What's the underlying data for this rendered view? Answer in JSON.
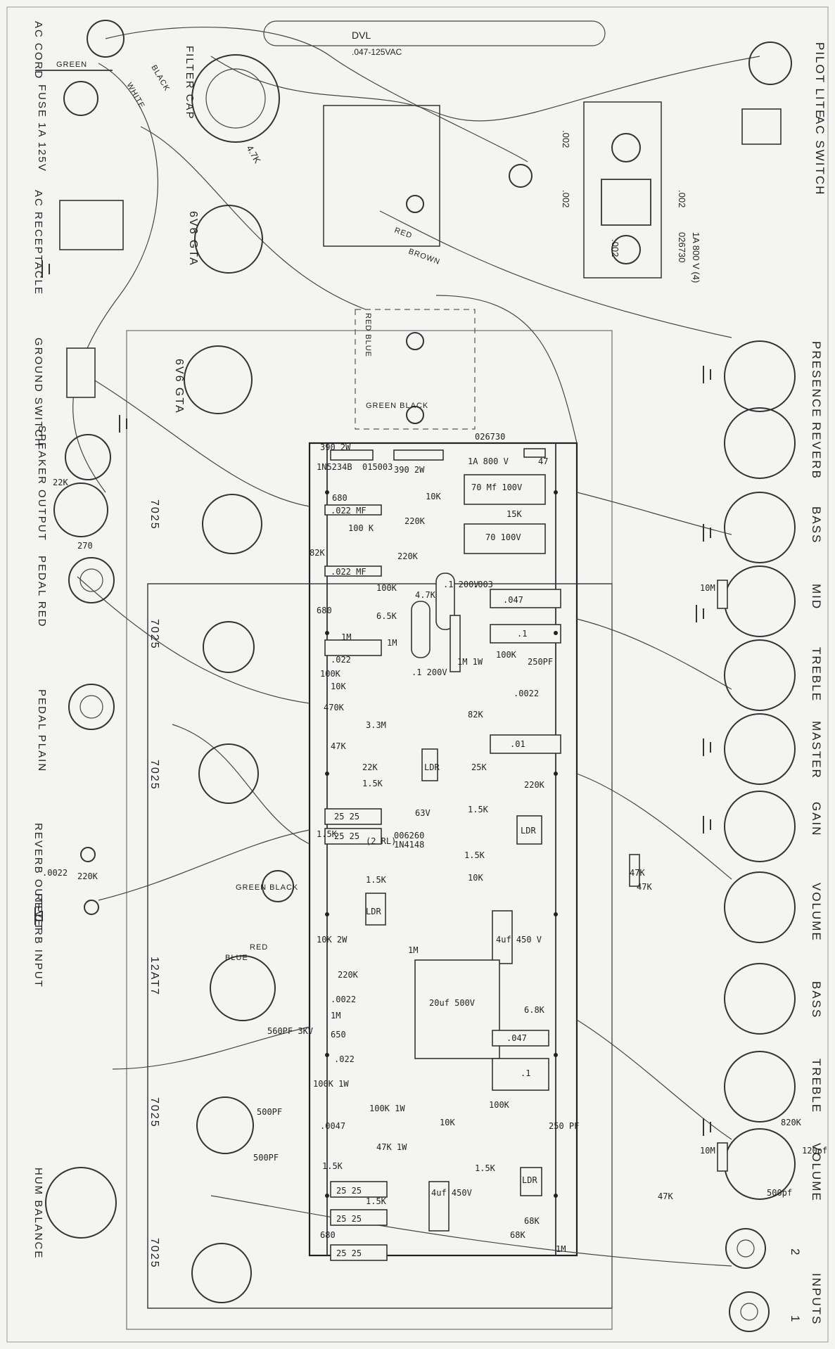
{
  "controls": {
    "presence": "PRESENCE",
    "reverb": "REVERB",
    "bass": "BASS",
    "mid": "MID",
    "treble": "TREBLE",
    "master": "MASTER",
    "gain": "GAIN",
    "volume": "VOLUME",
    "bass2": "BASS",
    "treble2": "TREBLE",
    "volume2": "VOLUME",
    "inputs": "INPUTS",
    "input1": "1",
    "input2": "2"
  },
  "left_labels": {
    "ac_cord": "AC CORD",
    "fuse": "FUSE 1A 125V",
    "filter_cap": "FILTER CAP",
    "ac_receptacle": "AC RECEPTACLE",
    "ground_switch": "GROUND SWITCH",
    "speaker_output": "SPEAKER OUTPUT",
    "pedal_red": "PEDAL RED",
    "pedal_plain": "PEDAL PLAIN",
    "reverb_output": "REVERB OUTPUT",
    "reverb_input": "REVERB INPUT",
    "hum_balance": "HUM BALANCE",
    "pilot_lite": "PILOT LITE",
    "ac_switch": "AC SWITCH"
  },
  "tubes": {
    "t1": "6V6 GTA",
    "t2": "6V6 GTA",
    "t3": "7025",
    "t4": "7025",
    "t5": "7025",
    "t6": "12AT7",
    "t7": "7025",
    "t8": "7025"
  },
  "wire_colors": {
    "green": "GREEN",
    "black": "BLACK",
    "white": "WHITE",
    "red": "RED",
    "brown": "BROWN",
    "blue": "BLUE"
  },
  "rectifier": {
    "caps": [
      ".002",
      ".002",
      ".002",
      ".002"
    ],
    "part": "026730",
    "rating": "1A 800 V (4)"
  },
  "top": {
    "dvl": "DVL",
    "cap": ".047-125VAC",
    "r47k": "4.7K"
  },
  "board_parts": {
    "r390": "390 2W",
    "in5234b": "1N5234B",
    "d015003": "015003",
    "r390b": "390 2W",
    "d026730": "026730",
    "d1a800": "1A 800 V",
    "r47": "47",
    "c70a": "70 Mf 100V",
    "r10k": "10K",
    "r15k": "15K",
    "c70b": "70 100V",
    "r680": "680",
    "c022a": ".022 MF",
    "r100k": "100 K",
    "r220k": "220K",
    "r82k": "82K",
    "r220kb": "220K",
    "c022b": ".022 MF",
    "r100kb": "100K",
    "c1200": ".1 200V",
    "c003": ".003",
    "c047": ".047",
    "c1": ".1",
    "r47k": "4.7K",
    "r680b": "680",
    "r65k": "6.5K",
    "c1200b": ".1 200V",
    "r1m": "1M",
    "r1mb": "1M",
    "r1mw": "1M 1W",
    "r100kc": "100K",
    "c250": "250PF",
    "c022c": ".022",
    "r100kd": "100K",
    "r10kb": "10K",
    "c0022": ".0022",
    "r470k": "470K",
    "r33m": "3.3M",
    "r82kb": "82K",
    "c01": ".01",
    "r47kb": "47K",
    "r22k": "22K",
    "r15kb": "1.5K",
    "ldr1": "LDR",
    "r25k": "25K",
    "r220kc": "220K",
    "c25a": "25 25",
    "c25b": "25 25",
    "c63": "63V",
    "r15kc": "1.5K",
    "r15kd": "1.5K",
    "rrl": "(2 RL)",
    "d006260": "006260",
    "d1n4148": "1N4148",
    "r15ke": "1.5K",
    "ldr2": "LDR",
    "r10kc": "10K",
    "r47kc": "47K",
    "r15kf": "1.5K",
    "ldr3": "LDR",
    "c4uf": "4uf 450 V",
    "r10k2w": "10K 2W",
    "r1mc": "1M",
    "r220kd": "220K",
    "c20": "20uf 500V",
    "c0022b": ".0022",
    "r1md": "1M",
    "c560": "560PF 3KV",
    "r650": "650",
    "r68k": "6.8K",
    "c047b": ".047",
    "c022d": ".022",
    "c1b": ".1",
    "r100k1w": "100K 1W",
    "r100k1wb": "100K 1W",
    "r100ke": "100K",
    "c0047": ".0047",
    "r10kd": "10K",
    "c250b": "250 PF",
    "c500": "500PF",
    "r47k1w": "47K 1W",
    "r15kg": "1.5K",
    "c25c": "25 25",
    "c4450": "4uf 450V",
    "r15kh": "1.5K",
    "ldr4": "LDR",
    "r15ki": "1.5K",
    "c25d": "25 25",
    "r680c": "680",
    "c25e": "25 25",
    "r68kb": "68K",
    "r68kc": "68K",
    "r1me": "1M",
    "r10m": "10M",
    "r10mb": "10M",
    "r47kd": "47K",
    "r820k": "820K",
    "c120": "120pf",
    "c500b": "500pf",
    "c500c": "500PF",
    "r47ke": "47K",
    "c0022c": ".0022",
    "r220ke": "220K",
    "r22kb": "22K",
    "r270": "270"
  },
  "cable_labels": {
    "green_black1": "GREEN BLACK",
    "green_black2": "GREEN BLACK",
    "red_blue": "RED BLUE",
    "red2": "RED",
    "blue2": "BLUE"
  }
}
